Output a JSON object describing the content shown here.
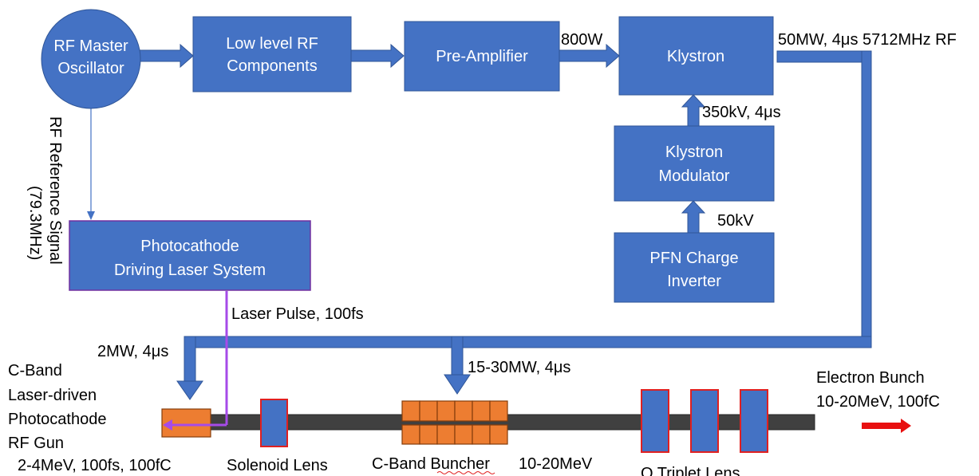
{
  "boxes": {
    "oscillator": [
      "RF Master",
      "Oscillator"
    ],
    "llrf": [
      "Low level RF",
      "Components"
    ],
    "preamp": [
      "Pre-Amplifier"
    ],
    "klystron": [
      "Klystron"
    ],
    "modulator": [
      "Klystron",
      "Modulator"
    ],
    "pfn": [
      "PFN Charge",
      "Inverter"
    ],
    "laser": [
      "Photocathode",
      "Driving Laser System"
    ]
  },
  "labels": {
    "preamp_out": "800W",
    "klystron_out": "50MW, 4μs 5712MHz RF",
    "modulator_out": "350kV, 4μs",
    "pfn_out": "50kV",
    "rf_reference": [
      "RF Reference Signal",
      "(79.3MHz)"
    ],
    "laser_pulse": "Laser Pulse, 100fs",
    "gun_power": "2MW, 4μs",
    "buncher_power": "15-30MW, 4μs",
    "gun_name": [
      "C-Band",
      "Laser-driven",
      "Photocathode",
      "RF Gun"
    ],
    "gun_spec": "2-4MeV, 100fs, 100fC",
    "solenoid": "Solenoid Lens",
    "buncher": "C-Band Buncher",
    "buncher_energy": "10-20MeV",
    "triplet": "Q Triplet Lens",
    "electron_bunch": [
      "Electron Bunch",
      "10-20MeV, 100fC"
    ]
  },
  "colors": {
    "box_fill": "#4472C4",
    "laser_beam": "#A64BE8",
    "gun_and_buncher": "#ED7D31",
    "lens_outline": "#E02020",
    "beam_pipe": "#404040",
    "output_arrow": "#E81010"
  }
}
